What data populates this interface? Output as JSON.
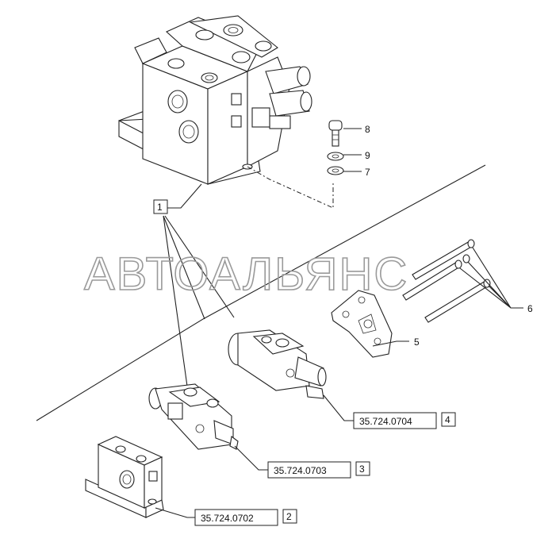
{
  "watermark": "АВТОАЛЬЯНС",
  "callouts": {
    "c1": "1",
    "c2": "2",
    "c3": "3",
    "c4": "4",
    "c5": "5",
    "c6": "6",
    "c7": "7",
    "c8": "8",
    "c9": "9"
  },
  "references": {
    "r2": "35.724.0702",
    "r3": "35.724.0703",
    "r4": "35.724.0704"
  }
}
